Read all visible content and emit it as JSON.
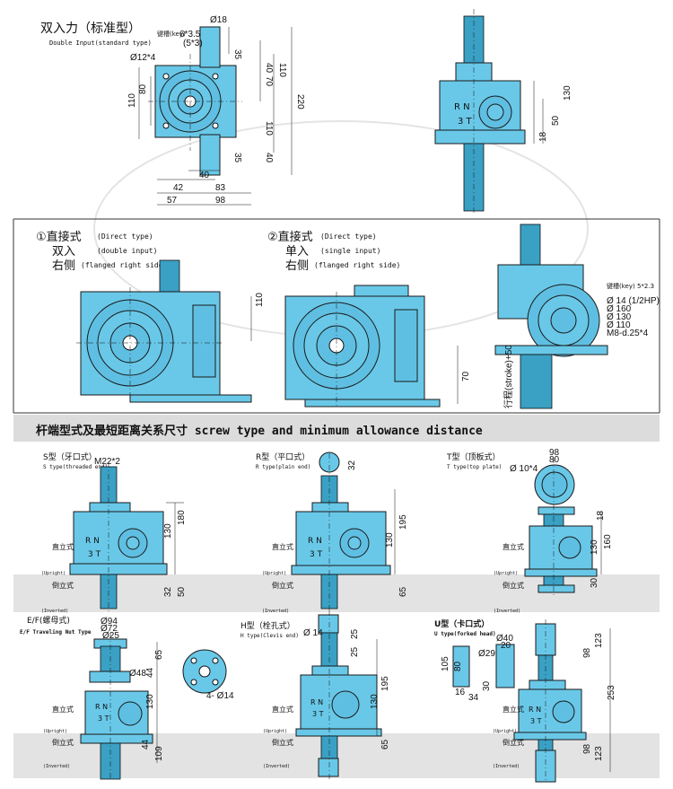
{
  "top": {
    "title": "双入力（标准型）",
    "subtitle": "Double Input(standard type)",
    "key_label": "键槽(key)",
    "key_size": "6*3.5",
    "key_alt": "(5*3)",
    "dims": {
      "d18": "Ø18",
      "d12x4": "Ø12*4",
      "h35a": "35",
      "h40a": "40",
      "h110a": "110",
      "h70": "70",
      "h220": "220",
      "h110b": "110",
      "h80": "80",
      "h110c": "110",
      "h40b": "40",
      "h35b": "35",
      "w40": "40",
      "w42": "42",
      "w83": "83",
      "w57": "57",
      "w98": "98",
      "r130": "130",
      "r50": "50",
      "r18": "18"
    }
  },
  "direct": {
    "left": {
      "circle": "①",
      "title": "直接式",
      "en_title": "(Direct type)",
      "mode": "双入",
      "en_mode": "(double input)",
      "side": "右侧",
      "en_side": "(flanged right side)",
      "dim": "110"
    },
    "right": {
      "circle": "②",
      "title": "直接式",
      "en_title": "(Direct type)",
      "mode": "单入",
      "en_mode": "(single input)",
      "side": "右侧",
      "en_side": "(flanged right side)",
      "dim": "70"
    },
    "flange": {
      "key": "键槽(key)  5*2.3",
      "d14": "Ø 14 (1/2HP)",
      "d160": "Ø 160",
      "d130": "Ø 130",
      "d110": "Ø 110",
      "m8": "M8-d.25*4",
      "stroke": "行程(stroke)+50"
    }
  },
  "section_title": "杆端型式及最短距离关系尺寸 screw type and minimum allowance distance",
  "stypes": {
    "s": {
      "title": "S型（牙口式）",
      "en": "S type(threaded end)",
      "thread": "M22*2",
      "d130": "130",
      "d180": "180",
      "d32": "32",
      "d50": "50"
    },
    "r": {
      "title": "R型（平口式）",
      "en": "R type(plain end)",
      "d32": "32",
      "d130": "130",
      "d195": "195",
      "d65": "65"
    },
    "t": {
      "title": "T型（顶板式）",
      "en": "T type(top plate)",
      "d98": "98",
      "d80": "80",
      "d10x4": "Ø 10*4",
      "d18": "18",
      "d130": "130",
      "d160": "160",
      "d30": "30"
    },
    "ef": {
      "title": "E/F(螺母式)",
      "en": "E/F Traveling Nut Type",
      "d94": "Ø94",
      "d72": "Ø72",
      "d25": "Ø25",
      "d48": "Ø48",
      "d65": "65",
      "d44a": "44",
      "d130": "130",
      "d44b": "44",
      "d109": "109",
      "holes": "4- Ø14"
    },
    "h": {
      "title": "H型（栓孔式）",
      "en": "H type(Clevis end)",
      "d14": "Ø 14",
      "d25a": "25",
      "d25b": "25",
      "d130": "130",
      "d195": "195",
      "d65": "65"
    },
    "u": {
      "title": "U型（卡口式）",
      "en": "U type(forked head)",
      "d40": "Ø40",
      "d20": "20",
      "d29": "Ø29",
      "d105": "105",
      "d80": "80",
      "d16": "16",
      "d34": "34",
      "d30": "30",
      "d123a": "123",
      "d98a": "98",
      "d253": "253",
      "d98b": "98",
      "d123b": "123"
    }
  },
  "orientation": {
    "upright_cn": "直立式",
    "upright_en": "(Upright)",
    "inverted_cn": "倒立式",
    "inverted_en": "(Inverted)"
  },
  "unit_label": "RN 3T"
}
